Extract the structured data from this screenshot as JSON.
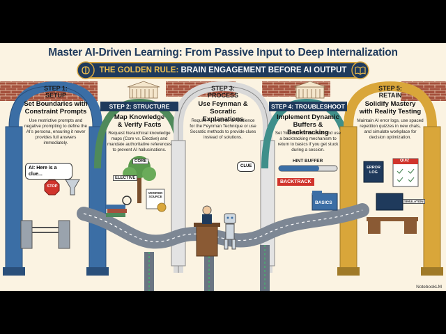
{
  "title": "Master AI-Driven Learning: From Passive Input to Deep Internalization",
  "golden_rule": {
    "prefix": "THE GOLDEN RULE:",
    "text": "BRAIN ENGAGEMENT BEFORE AI OUTPUT"
  },
  "steps": [
    {
      "tag": "STEP 1:",
      "tag2": "SETUP",
      "heading": "Set Boundaries with Constraint Prompts",
      "desc": "Use restrictive prompts and negative prompting to define the AI's persona, ensuring it never provides full answers immediately."
    },
    {
      "tag": "STEP 2: STRUCTURE",
      "heading": "Map Knowledge & Verify Facts",
      "desc": "Request hierarchical knowledge maps (Core vs. Elective) and mandate authoritative references to prevent AI hallucinations."
    },
    {
      "tag": "STEP 3:",
      "tag2": "PROCESS",
      "heading": "Use Feynman & Socratic Explanations",
      "desc": "Require AI to act as an audience for the Feynman Technique or use Socratic methods to provide clues instead of solutions."
    },
    {
      "tag": "STEP 4: TROUBLESHOOT",
      "heading": "Implement Dynamic Buffers & Backtracking",
      "desc": "Set 'hint buffers' for clues and use a backtracking mechanism to return to basics if you get stuck during a session."
    },
    {
      "tag": "STEP 5:",
      "tag2": "RETAIN",
      "heading": "Solidify Mastery with Reality Testing",
      "desc": "Maintain AI error logs, use spaced repetition quizzes in new chats, and simulate workplace for decision optimization."
    }
  ],
  "illustrations": {
    "ai_bubble": "AI: Here is a clue...",
    "stop_sign": "STOP",
    "core": "CORE",
    "elective": "ELECTIVE",
    "verified": "VERIFIED SOURCE",
    "clue": "CLUE",
    "hint_buffer": "HINT BUFFER",
    "backtrack": "BACKTRACK",
    "basics": "BASICS",
    "error_log": "ERROR LOG",
    "quiz": "QUIZ",
    "simulation": "SIMULATION"
  },
  "footer": "NotebookLM",
  "colors": {
    "navy": "#1f3a5c",
    "gold": "#d7a740",
    "brick": "#a4503c",
    "blue_pillar": "#3b6ea5",
    "green_arch": "#4f8a5b",
    "teal_arch": "#3f8f8a",
    "gold_arch": "#d9a63a",
    "background": "#fbf3e2"
  }
}
